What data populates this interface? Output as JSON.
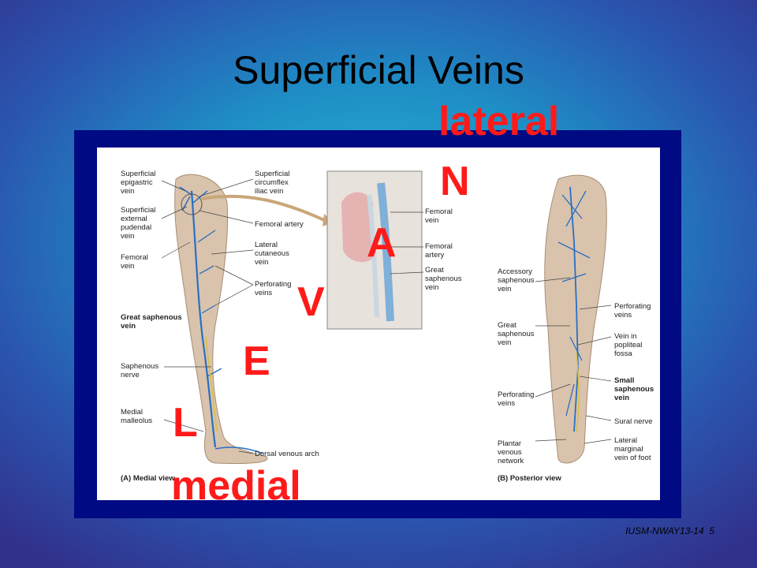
{
  "title": "Superficial Veins",
  "figure": {
    "left_labels": [
      "Superficial\nepigastric\nvein",
      "Superficial\nexternal\npudendal\nvein",
      "Femoral\nvein",
      "Great saphenous\nvein",
      "Saphenous\nnerve",
      "Medial\nmalleolus"
    ],
    "center_labels": [
      "Superficial\ncircumflex\niliac vein",
      "Femoral artery",
      "Lateral\ncutaneous\nvein",
      "Perforating\nveins",
      "Dorsal venous arch"
    ],
    "inset_labels": [
      "Femoral\nvein",
      "Femoral\nartery",
      "Great\nsaphenous\nvein"
    ],
    "posterior_left_labels": [
      "Accessory\nsaphenous\nvein",
      "Great\nsaphenous\nvein",
      "Perforating\nveins",
      "Plantar\nvenous\nnetwork"
    ],
    "posterior_right_labels": [
      "Perforating\nveins",
      "Vein in\npopliteal\nfossa",
      "Small\nsaphenous\nvein",
      "Sural nerve",
      "Lateral\nmarginal\nvein of foot"
    ],
    "caption_a": "(A) Medial view",
    "caption_b": "(B) Posterior view"
  },
  "overlay": {
    "lateral": "lateral",
    "letter_n": "N",
    "letter_a": "A",
    "letter_v": "V",
    "letter_e": "E",
    "letter_l": "L",
    "medial": "medial"
  },
  "footer": "IUSM-NWAY13-14  5",
  "colors": {
    "overlay_text": "#ff1a1a",
    "frame": "#000a82",
    "vein": "#2a6fc4",
    "skin": "#d9c3ac"
  }
}
